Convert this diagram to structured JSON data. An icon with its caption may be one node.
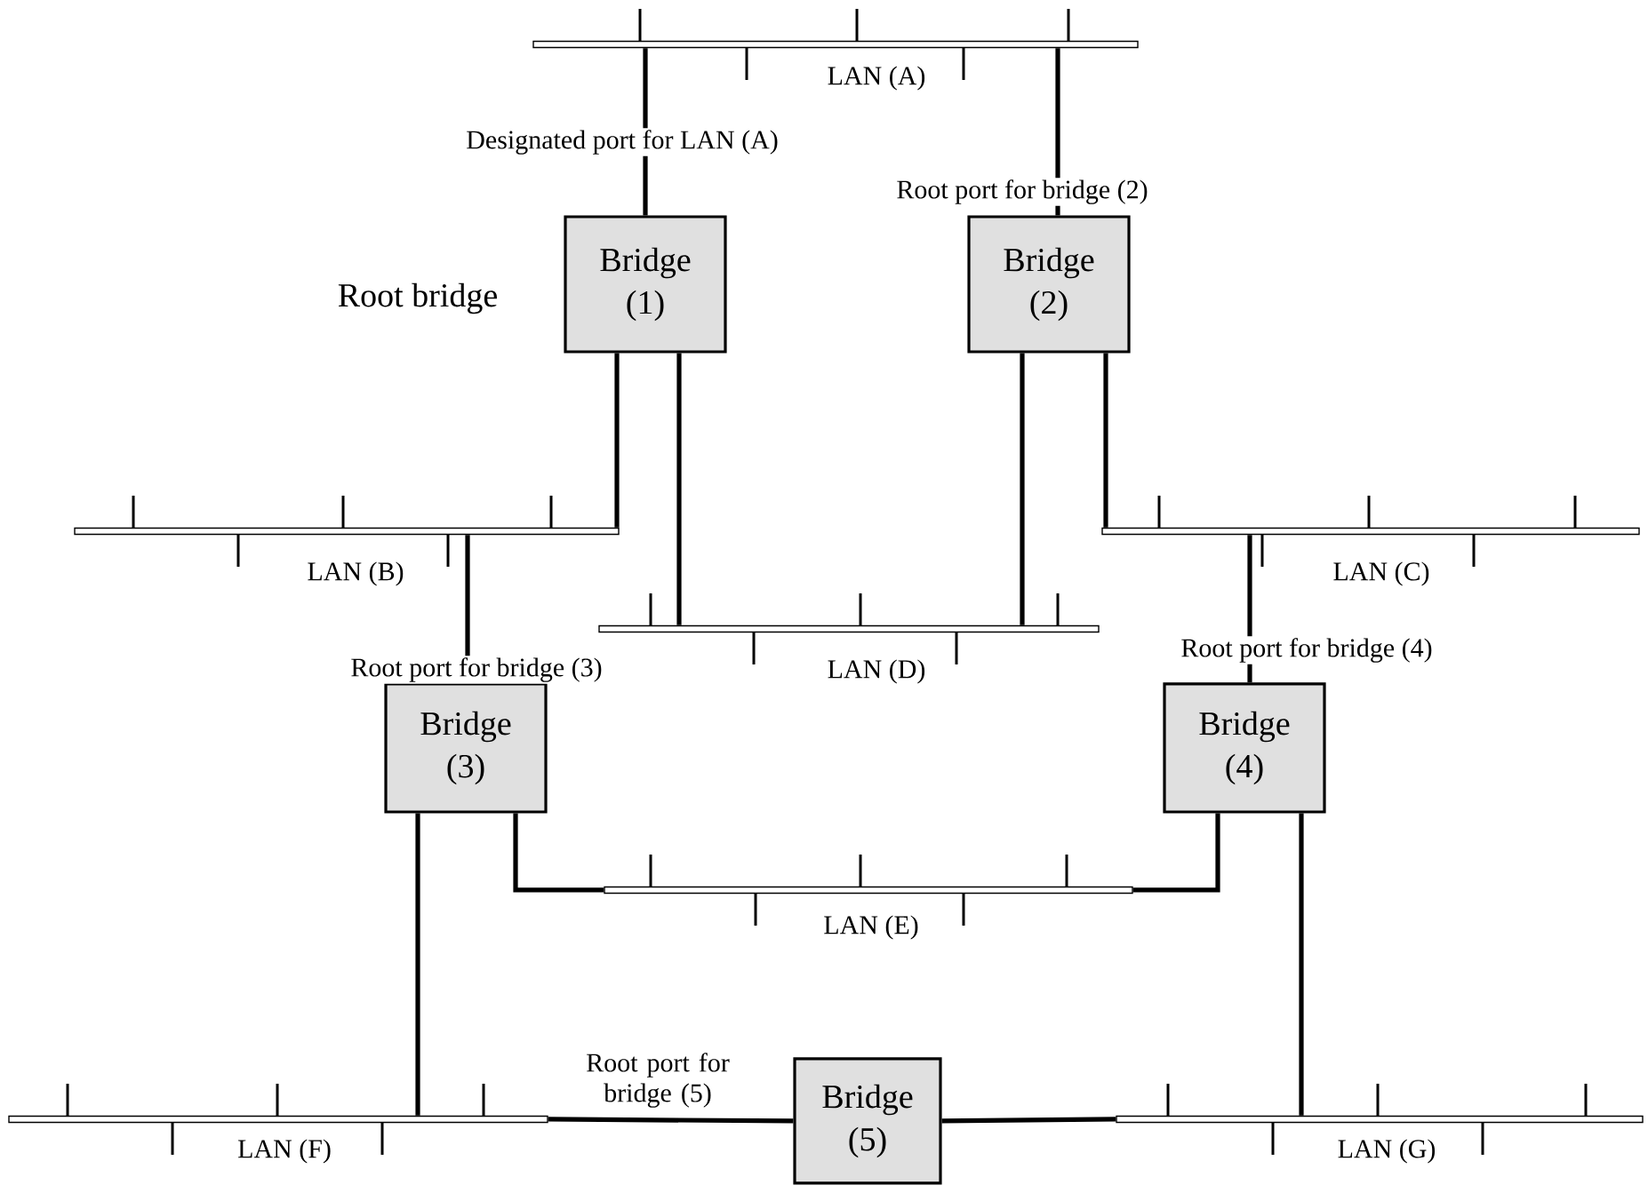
{
  "diagram": {
    "nodes": [
      {
        "text": [
          "LAN (A)"
        ]
      },
      {
        "text": [
          "Bridge (1)"
        ],
        "beside": [
          "Root bridge"
        ]
      },
      {
        "text": [
          "Bridge (2)"
        ]
      },
      {
        "text": [
          "LAN (B)"
        ]
      },
      {
        "text": [
          "LAN (C)"
        ]
      },
      {
        "text": [
          "LAN (D)"
        ]
      },
      {
        "text": [
          "Bridge (3)"
        ]
      },
      {
        "text": [
          "Bridge (4)"
        ]
      },
      {
        "text": [
          "LAN (E)"
        ]
      },
      {
        "text": [
          "Bridge (5)"
        ]
      },
      {
        "text": [
          "LAN (F)"
        ]
      },
      {
        "text": [
          "LAN (G)"
        ]
      }
    ],
    "edges": [
      {
        "from": 0,
        "to": 1,
        "arrow": "none",
        "label": "Designated port for LAN (A)"
      },
      {
        "from": 0,
        "to": 2,
        "arrow": "none",
        "label": "Root port for bridge (2)"
      },
      {
        "from": 1,
        "to": 3,
        "arrow": "none"
      },
      {
        "from": 1,
        "to": 5,
        "arrow": "none"
      },
      {
        "from": 2,
        "to": 5,
        "arrow": "none"
      },
      {
        "from": 2,
        "to": 4,
        "arrow": "none"
      },
      {
        "from": 3,
        "to": 6,
        "arrow": "none",
        "label": "Root port for bridge (3)"
      },
      {
        "from": 4,
        "to": 7,
        "arrow": "none",
        "label": "Root port for bridge (4)"
      },
      {
        "from": 6,
        "to": 8,
        "arrow": "none"
      },
      {
        "from": 7,
        "to": 8,
        "arrow": "none"
      },
      {
        "from": 6,
        "to": 10,
        "arrow": "none"
      },
      {
        "from": 7,
        "to": 11,
        "arrow": "none"
      },
      {
        "from": 9,
        "to": 10,
        "arrow": "none",
        "label": "Root port for bridge (5)"
      },
      {
        "from": 9,
        "to": 11,
        "arrow": "none"
      }
    ]
  }
}
